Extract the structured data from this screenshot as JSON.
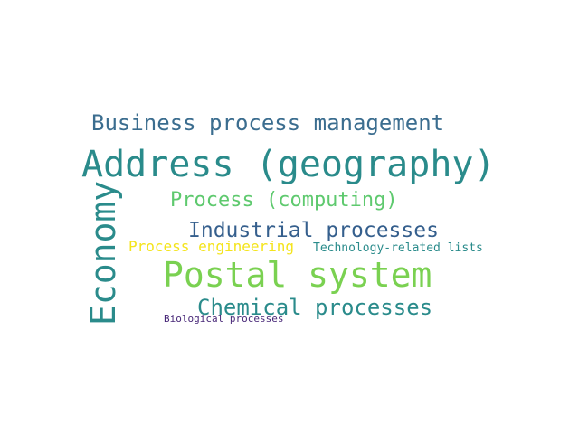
{
  "words": [
    {
      "id": "w-bpm",
      "text": "Business process management",
      "color": "#3b6d8f"
    },
    {
      "id": "w-addr",
      "text": "Address (geography)",
      "color": "#2a8b8b"
    },
    {
      "id": "w-proc",
      "text": "Process (computing)",
      "color": "#5ec96e"
    },
    {
      "id": "w-ind",
      "text": "Industrial processes",
      "color": "#355f8d"
    },
    {
      "id": "w-pe",
      "text": "Process engineering",
      "color": "#f4e41c"
    },
    {
      "id": "w-tech",
      "text": "Technology-related lists",
      "color": "#2a8b8b"
    },
    {
      "id": "w-post",
      "text": "Postal system",
      "color": "#7ad151"
    },
    {
      "id": "w-chem",
      "text": "Chemical processes",
      "color": "#2a8b8b"
    },
    {
      "id": "w-bio",
      "text": "Biological processes",
      "color": "#482878"
    },
    {
      "id": "w-eco",
      "text": "Economy",
      "color": "#2a8b8b"
    }
  ]
}
